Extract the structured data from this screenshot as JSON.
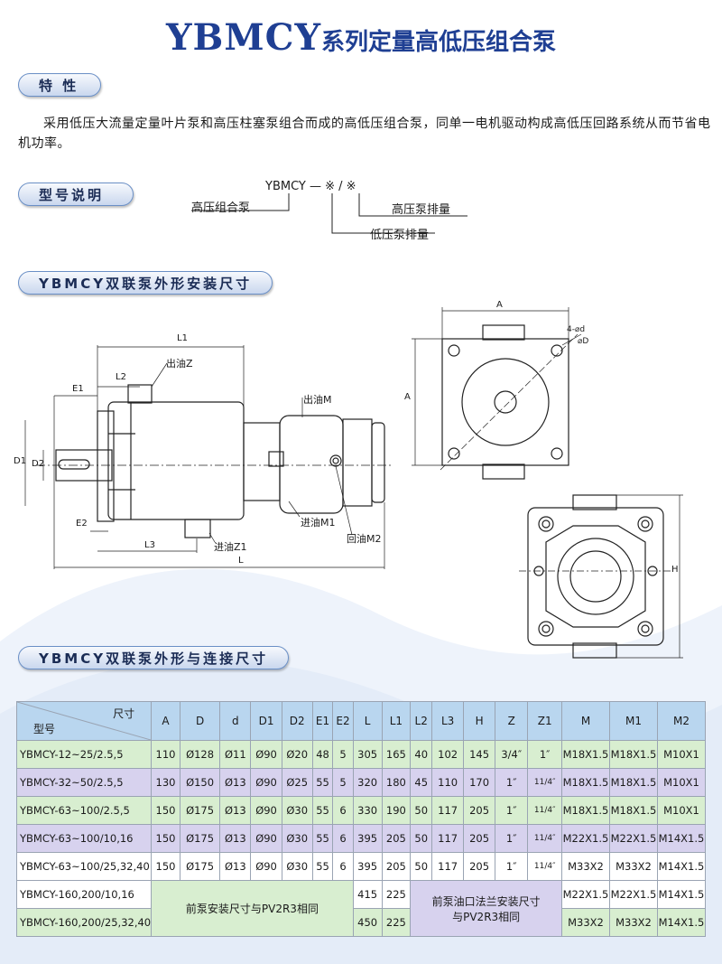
{
  "title": {
    "main": "YBMCY",
    "sub": "系列定量高低压组合泵"
  },
  "sections": {
    "features": "特 性",
    "model": "型号说明",
    "install": "YBMCY双联泵外形安装尺寸",
    "connect": "YBMCY双联泵外形与连接尺寸"
  },
  "features_text": "采用低压大流量定量叶片泵和高压柱塞泵组合而成的高低压组合泵，同单一电机驱动构成高低压回路系统从而节省电机功率。",
  "model_code": {
    "code": "YBMCY — ※ / ※",
    "high_combo": "高压组合泵",
    "high_disp": "高压泵排量",
    "low_disp": "低压泵排量"
  },
  "drawing_labels": {
    "L1": "L1",
    "L2": "L2",
    "E1": "E1",
    "E2": "E2",
    "L3": "L3",
    "L": "L",
    "D1": "D1",
    "D2": "D2",
    "out_z": "出油Z",
    "out_m": "出油M",
    "in_m1": "进油M1",
    "in_z1": "进油Z1",
    "ret_m2": "回油M2",
    "A_top": "A",
    "A_side": "A",
    "hole": "4-⌀d",
    "od": "⌀D",
    "H": "H"
  },
  "table": {
    "corner_top": "尺寸",
    "corner_bottom": "型号",
    "headers": [
      "A",
      "D",
      "d",
      "D1",
      "D2",
      "E1",
      "E2",
      "L",
      "L1",
      "L2",
      "L3",
      "H",
      "Z",
      "Z1",
      "M",
      "M1",
      "M2"
    ],
    "rows": [
      {
        "model": "YBMCY-12~25/2.5,5",
        "A": "110",
        "D": "Ø128",
        "d": "Ø11",
        "D1": "Ø90",
        "D2": "Ø20",
        "E1": "48",
        "E2": "5",
        "L": "305",
        "L1": "165",
        "L2": "40",
        "L3": "102",
        "H": "145",
        "Z": "3/4″",
        "Z1": "1″",
        "M": "M18X1.5",
        "M1": "M18X1.5",
        "M2": "M10X1"
      },
      {
        "model": "YBMCY-32~50/2.5,5",
        "A": "130",
        "D": "Ø150",
        "d": "Ø13",
        "D1": "Ø90",
        "D2": "Ø25",
        "E1": "55",
        "E2": "5",
        "L": "320",
        "L1": "180",
        "L2": "45",
        "L3": "110",
        "H": "170",
        "Z": "1″",
        "Z1": "11/4″",
        "M": "M18X1.5",
        "M1": "M18X1.5",
        "M2": "M10X1"
      },
      {
        "model": "YBMCY-63~100/2.5,5",
        "A": "150",
        "D": "Ø175",
        "d": "Ø13",
        "D1": "Ø90",
        "D2": "Ø30",
        "E1": "55",
        "E2": "6",
        "L": "330",
        "L1": "190",
        "L2": "50",
        "L3": "117",
        "H": "205",
        "Z": "1″",
        "Z1": "11/4″",
        "M": "M18X1.5",
        "M1": "M18X1.5",
        "M2": "M10X1"
      },
      {
        "model": "YBMCY-63~100/10,16",
        "A": "150",
        "D": "Ø175",
        "d": "Ø13",
        "D1": "Ø90",
        "D2": "Ø30",
        "E1": "55",
        "E2": "6",
        "L": "395",
        "L1": "205",
        "L2": "50",
        "L3": "117",
        "H": "205",
        "Z": "1″",
        "Z1": "11/4″",
        "M": "M22X1.5",
        "M1": "M22X1.5",
        "M2": "M14X1.5"
      },
      {
        "model": "YBMCY-63~100/25,32,40",
        "A": "150",
        "D": "Ø175",
        "d": "Ø13",
        "D1": "Ø90",
        "D2": "Ø30",
        "E1": "55",
        "E2": "6",
        "L": "395",
        "L1": "205",
        "L2": "50",
        "L3": "117",
        "H": "205",
        "Z": "1″",
        "Z1": "11/4″",
        "M": "M33X2",
        "M1": "M33X2",
        "M2": "M14X1.5"
      }
    ],
    "row6": {
      "model": "YBMCY-160,200/10,16",
      "L": "415",
      "L1": "225",
      "M": "M22X1.5",
      "M1": "M22X1.5",
      "M2": "M14X1.5"
    },
    "row7": {
      "model": "YBMCY-160,200/25,32,40",
      "L": "450",
      "L1": "225",
      "M": "M33X2",
      "M1": "M33X2",
      "M2": "M14X1.5"
    },
    "merged_front": "前泵安装尺寸与PV2R3相同",
    "merged_flange_1": "前泵油口法兰安装尺寸",
    "merged_flange_2": "与PV2R3相同"
  }
}
